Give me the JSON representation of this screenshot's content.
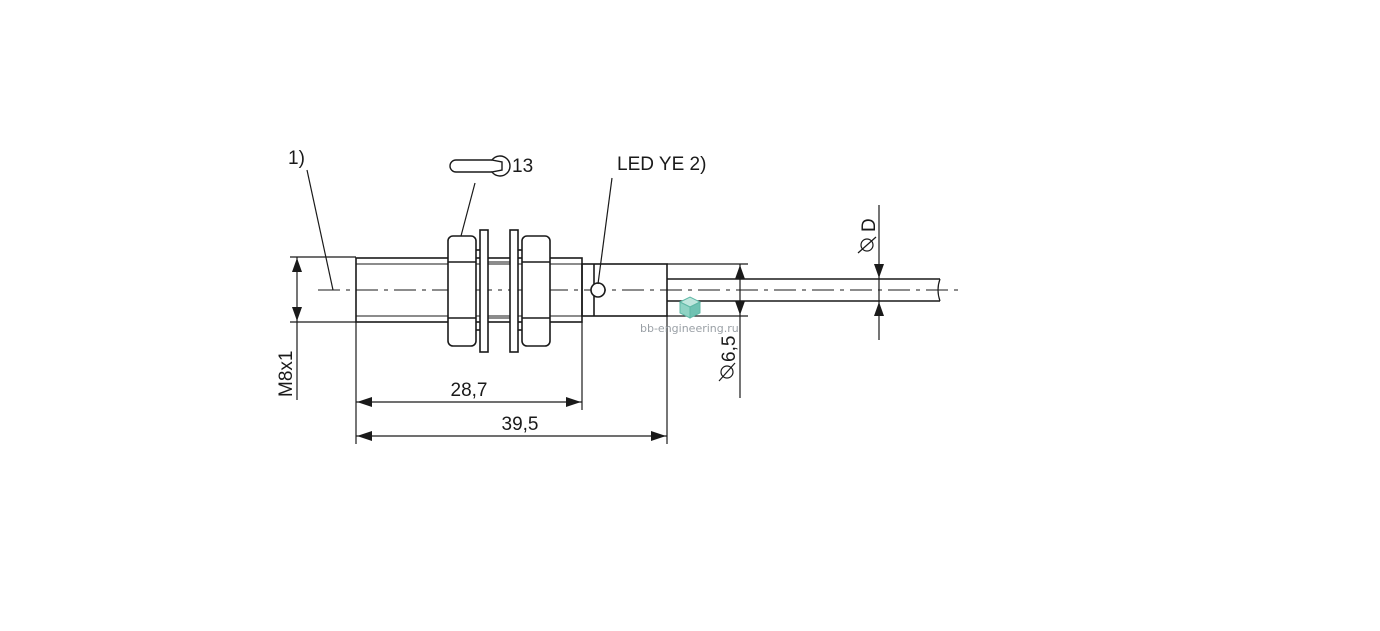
{
  "diagram": {
    "labels": {
      "note_1": "1)",
      "wrench_size": "13",
      "led": "LED YE 2)",
      "thread": "M8x1",
      "dim_thread_length": "28,7",
      "dim_total_length": "39,5",
      "dim_housing_diameter": "6,5",
      "dim_cable_diameter": "D"
    },
    "watermark": "bb-engineering.ru",
    "colors": {
      "line": "#1a1a1a",
      "watermark_text": "#9aa0a6",
      "watermark_logo": "#5fb8a6"
    }
  }
}
